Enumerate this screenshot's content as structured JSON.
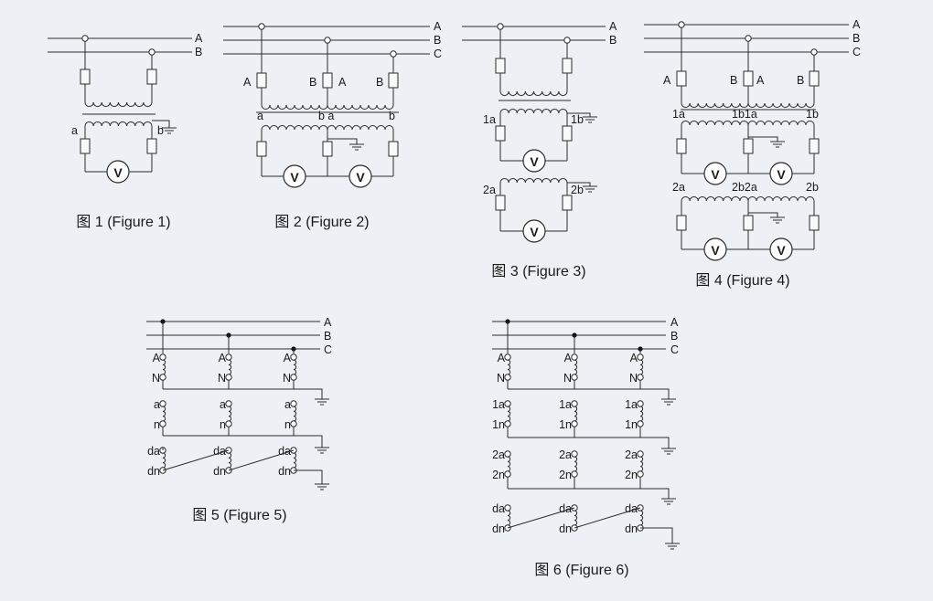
{
  "phase_labels": {
    "a_phase": "A",
    "b_phase": "B",
    "c_phase": "C"
  },
  "terminal_labels": {
    "primary_a": "A",
    "primary_b": "B",
    "primary_n": "N",
    "secondary_a": "a",
    "secondary_b": "b",
    "secondary_n": "n",
    "first_a": "1a",
    "first_b": "1b",
    "first_n": "1n",
    "second_a": "2a",
    "second_b": "2b",
    "second_n": "2n",
    "delta_a": "da",
    "delta_n": "dn",
    "shared_b_a": "b a",
    "shared_1b_1a": "1b1a",
    "shared_2b_2a": "2b2a",
    "shared_B_A": "B",
    "shared_A_after_B": "A"
  },
  "meter_symbol": "V",
  "captions": {
    "figure1": "图 1 (Figure 1)",
    "figure2": "图 2 (Figure 2)",
    "figure3": "图 3 (Figure 3)",
    "figure4": "图 4 (Figure 4)",
    "figure5": "图 5 (Figure 5)",
    "figure6": "图 6 (Figure 6)"
  }
}
